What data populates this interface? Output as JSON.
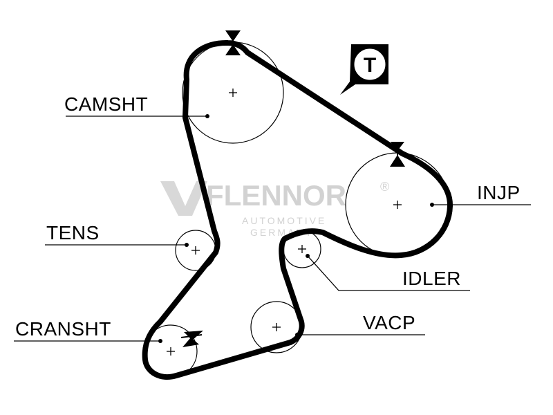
{
  "diagram": {
    "labels": {
      "camshaft": "CAMSHT",
      "injection_pump": "INJP",
      "tensioner": "TENS",
      "idler": "IDLER",
      "vacuum_pump": "VACP",
      "crankshaft": "CRANSHT"
    },
    "tensioner_marker": "T",
    "watermark": {
      "brand": "FLENNOR",
      "registered": "®",
      "line1": "AUTOMOTIVE",
      "line2": "GERMANY"
    },
    "colors": {
      "ink": "#000000",
      "background": "#ffffff",
      "watermark": "#d2d2d2"
    }
  }
}
